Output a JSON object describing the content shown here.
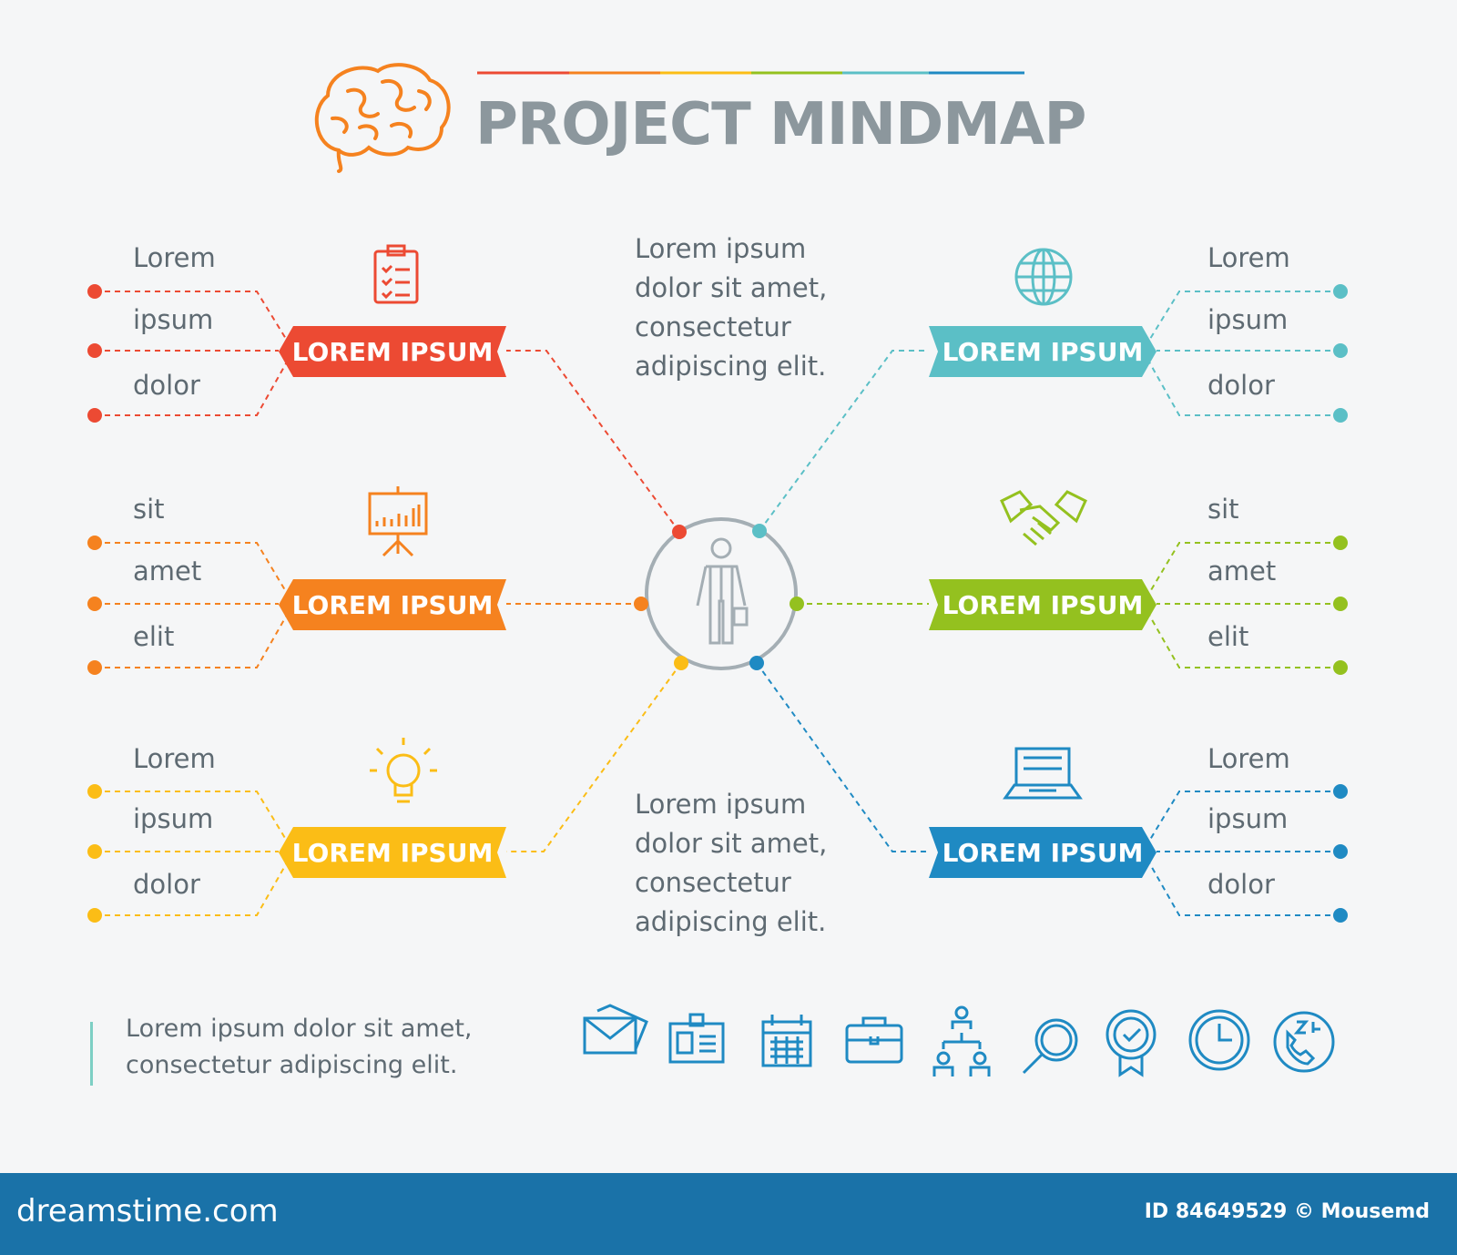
{
  "title": "PROJECT MINDMAP",
  "colors": {
    "red": "#ec4a33",
    "orange": "#f5821f",
    "yellow": "#fbbd16",
    "teal": "#5bbfc6",
    "green": "#94c11f",
    "blue": "#1f8ac3",
    "gray": "#a4aeb4",
    "text": "#5e6a72"
  },
  "center_text_top": "Lorem ipsum\ndolor sit amet,\nconsectetur\nadipiscing elit.",
  "center_text_bottom": "Lorem ipsum\ndolor sit amet,\nconsectetur\nadipiscing elit.",
  "branches": {
    "left_top": {
      "label": "LOREM IPSUM",
      "icon": "clipboard-icon",
      "leaves": [
        "Lorem",
        "ipsum",
        "dolor"
      ]
    },
    "left_middle": {
      "label": "LOREM IPSUM",
      "icon": "presentation-board-icon",
      "leaves": [
        "sit",
        "amet",
        "elit"
      ]
    },
    "left_bottom": {
      "label": "LOREM IPSUM",
      "icon": "lightbulb-icon",
      "leaves": [
        "Lorem",
        "ipsum",
        "dolor"
      ]
    },
    "right_top": {
      "label": "LOREM IPSUM",
      "icon": "globe-icon",
      "leaves": [
        "Lorem",
        "ipsum",
        "dolor"
      ]
    },
    "right_middle": {
      "label": "LOREM IPSUM",
      "icon": "handshake-icon",
      "leaves": [
        "sit",
        "amet",
        "elit"
      ]
    },
    "right_bottom": {
      "label": "LOREM IPSUM",
      "icon": "laptop-icon",
      "leaves": [
        "Lorem",
        "ipsum",
        "dolor"
      ]
    }
  },
  "footer_note": "Lorem ipsum dolor sit amet,\nconsectetur adipiscing elit.",
  "icon_row": [
    "mail-icon",
    "id-badge-icon",
    "calendar-icon",
    "briefcase-icon",
    "org-chart-icon",
    "magnifier-icon",
    "award-badge-icon",
    "clock-icon",
    "support-24-7-icon"
  ],
  "footer": {
    "site": "dreamstime.com",
    "id_text": "ID 84649529 © Mousemd"
  }
}
